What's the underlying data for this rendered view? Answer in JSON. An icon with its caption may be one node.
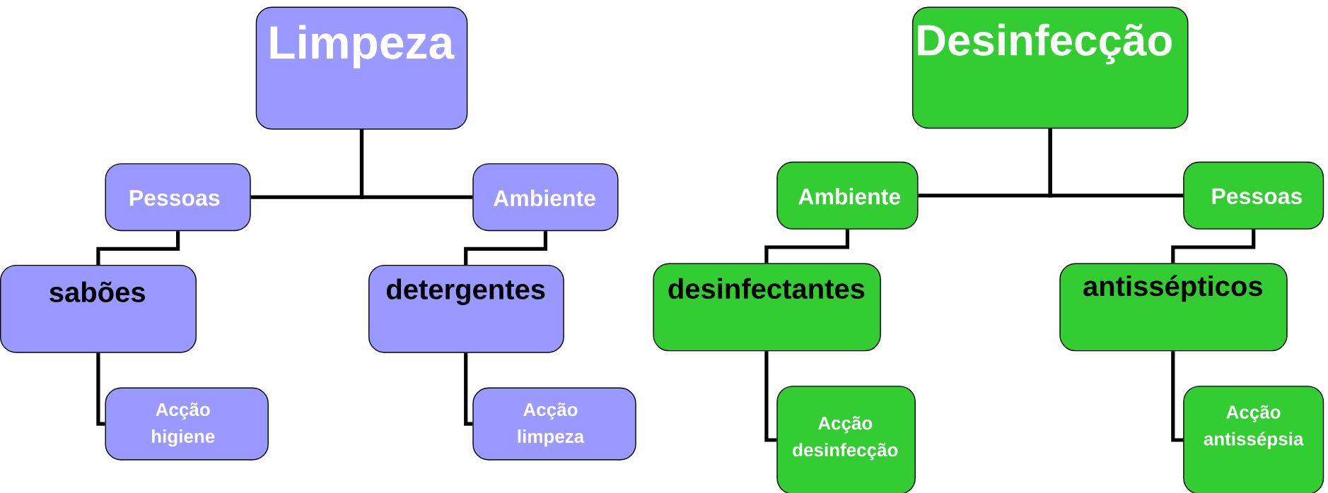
{
  "diagram": {
    "nodes": [
      {
        "text": [
          "Limpeza"
        ]
      },
      {
        "text": [
          "Pessoas"
        ]
      },
      {
        "text": [
          "Ambiente"
        ]
      },
      {
        "text": [
          "sabões"
        ]
      },
      {
        "text": [
          "detergentes"
        ]
      },
      {
        "text": [
          "Acção higiene"
        ]
      },
      {
        "text": [
          "Acção limpeza"
        ]
      },
      {
        "text": [
          "Desinfecção"
        ]
      },
      {
        "text": [
          "Ambiente"
        ]
      },
      {
        "text": [
          "Pessoas"
        ]
      },
      {
        "text": [
          "desinfectantes"
        ]
      },
      {
        "text": [
          "antissépticos"
        ]
      },
      {
        "text": [
          "Acção desinfecção"
        ]
      },
      {
        "text": [
          "Acção antissépsia"
        ]
      }
    ],
    "edges": [
      {
        "from": 0,
        "to": 1,
        "arrow": "none"
      },
      {
        "from": 0,
        "to": 2,
        "arrow": "none"
      },
      {
        "from": 1,
        "to": 3,
        "arrow": "none"
      },
      {
        "from": 2,
        "to": 4,
        "arrow": "none"
      },
      {
        "from": 3,
        "to": 5,
        "arrow": "none"
      },
      {
        "from": 4,
        "to": 6,
        "arrow": "none"
      },
      {
        "from": 7,
        "to": 8,
        "arrow": "none"
      },
      {
        "from": 7,
        "to": 9,
        "arrow": "none"
      },
      {
        "from": 8,
        "to": 10,
        "arrow": "none"
      },
      {
        "from": 9,
        "to": 11,
        "arrow": "none"
      },
      {
        "from": 10,
        "to": 12,
        "arrow": "none"
      },
      {
        "from": 11,
        "to": 13,
        "arrow": "none"
      }
    ]
  }
}
